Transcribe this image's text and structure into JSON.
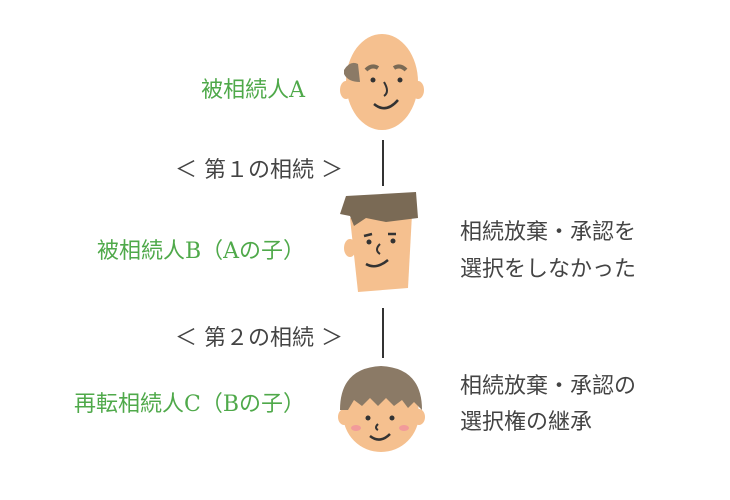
{
  "colors": {
    "heir_label": "#4fa94a",
    "text": "#444444",
    "skin": "#f5c08f",
    "hair": "#7a6a55"
  },
  "people": {
    "a": {
      "label": "被相続人A"
    },
    "b": {
      "label": "被相続人B（Aの子）",
      "note_lines": [
        "相続放棄・承認を",
        "選択をしなかった"
      ]
    },
    "c": {
      "label": "再転相続人C（Bの子）",
      "note_lines": [
        "相続放棄・承認の",
        "選択権の継承"
      ]
    }
  },
  "inheritances": [
    {
      "label": "＜ 第１の相続 ＞"
    },
    {
      "label": "＜ 第２の相続 ＞"
    }
  ]
}
